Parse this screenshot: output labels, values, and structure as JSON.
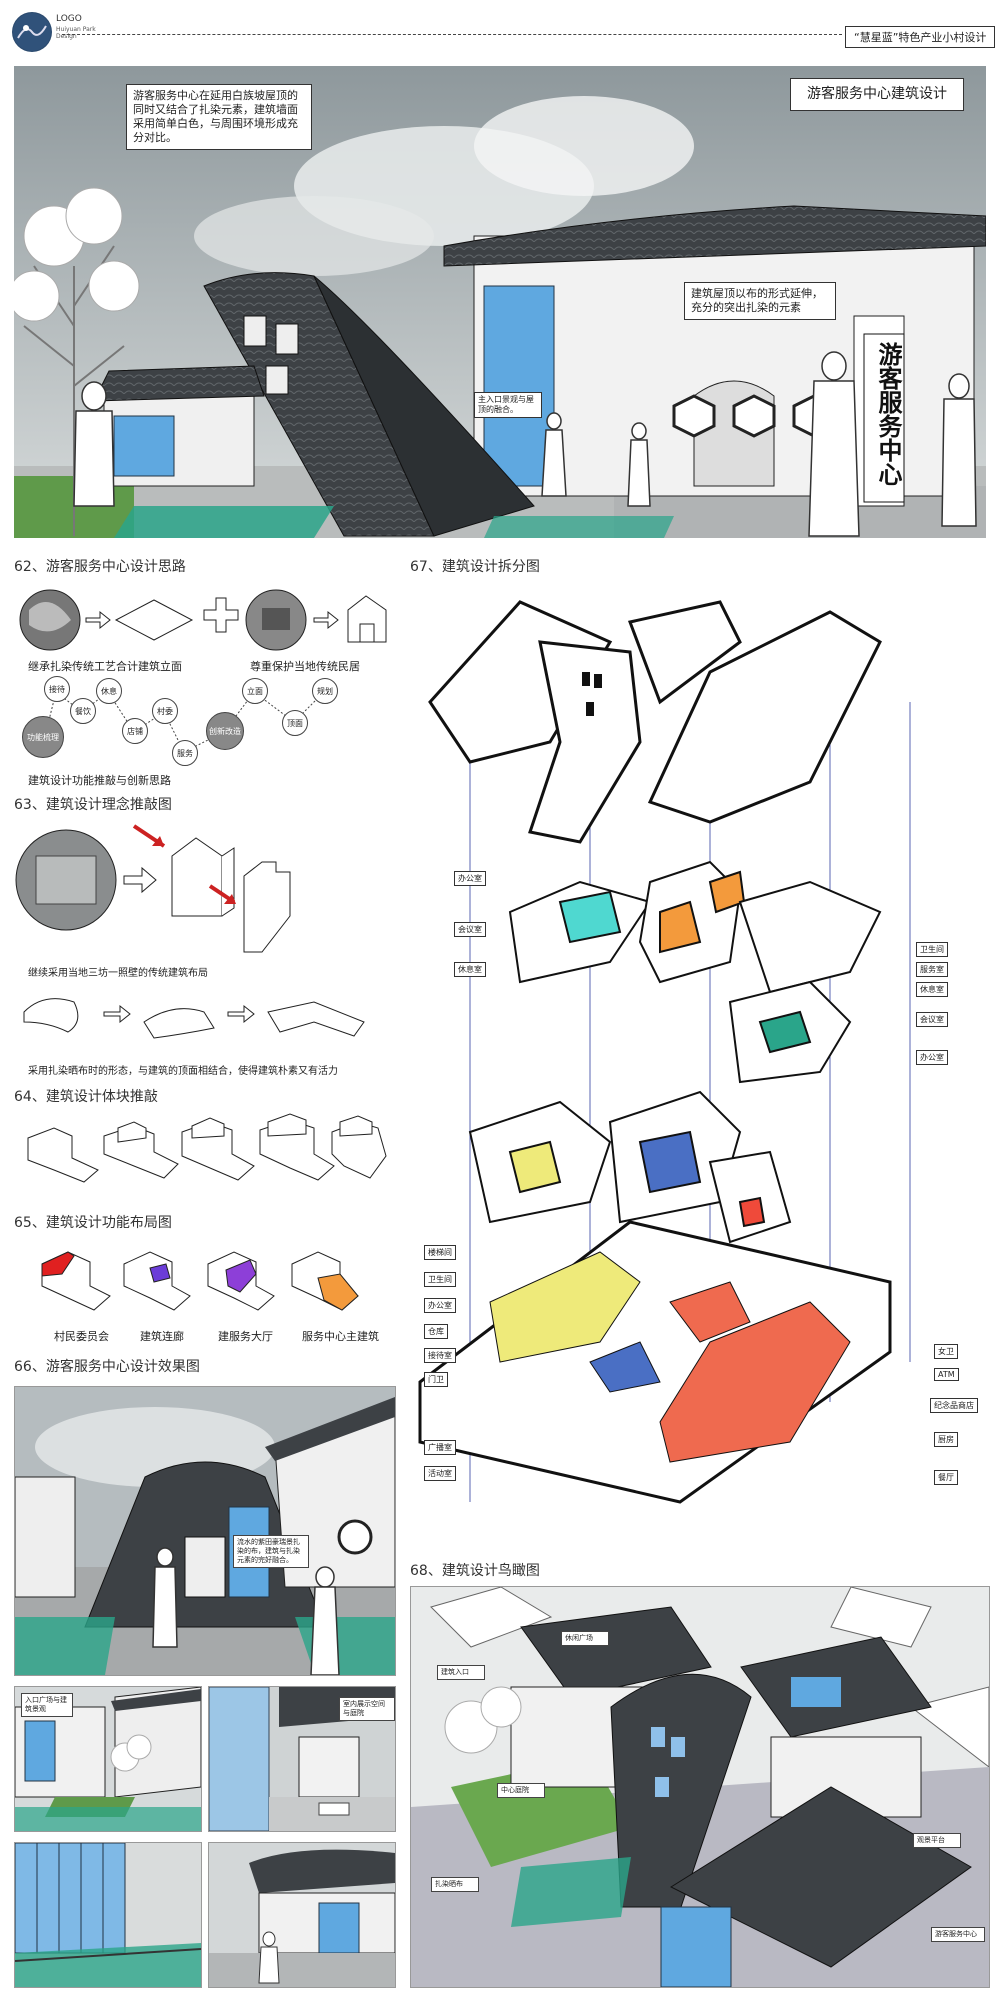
{
  "header": {
    "logo_text": "LOGO",
    "logo_sub": "Huiyuan Park Design",
    "project_title": "“慧星蓝”特色产业小村设计"
  },
  "hero": {
    "note_left": "游客服务中心在延用白族坡屋顶的同时又结合了扎染元素，建筑墙面采用简单白色，与周围环境形成充分对比。",
    "title_box": "游客服务中心建筑设计",
    "note_right": "建筑屋顶以布的形式延伸，充分的突出扎染的元素",
    "note_entrance": "主入口景观与屋顶的融合。",
    "sign_text": "游客服务中心"
  },
  "sections": {
    "s62": "62、游客服务中心设计思路",
    "s63": "63、建筑设计理念推敲图",
    "s64": "64、建筑设计体块推敲",
    "s65": "65、建筑设计功能布局图",
    "s66": "66、游客服务中心设计效果图",
    "s67": "67、建筑设计拆分图",
    "s68": "68、建筑设计鸟瞰图"
  },
  "s62": {
    "caption_left": "继承扎染传统工艺合计建筑立面",
    "caption_right": "尊重保护当地传统民居",
    "bubbles": [
      "功能梳理",
      "接待",
      "餐饮",
      "休息",
      "店铺",
      "村委",
      "服务",
      "创新改造",
      "立面",
      "顶面",
      "规划"
    ],
    "caption_bottom": "建筑设计功能推敲与创新思路"
  },
  "s63": {
    "caption_top": "继续采用当地三坊一照壁的传统建筑布局",
    "caption_bottom": "采用扎染晒布时的形态，与建筑的顶面相结合，使得建筑朴素又有活力"
  },
  "s65": {
    "labels": [
      "村民委员会",
      "建筑连廊",
      "建服务大厅",
      "服务中心主建筑"
    ]
  },
  "s66": {
    "note_main": "流水的紫田豪瑞景扎染的布，建筑与扎染元素的完好融合。",
    "note_small1": "入口广场与建筑景观",
    "note_small2": "室内展示空间与庭院"
  },
  "s67": {
    "labels_left": [
      "办公室",
      "会议室",
      "休息室",
      "楼梯间",
      "卫生间",
      "办公室",
      "仓库",
      "接待室",
      "门卫",
      "广播室",
      "活动室"
    ],
    "labels_right": [
      "卫生间",
      "服务室",
      "休息室",
      "会议室",
      "办公室",
      "女卫",
      "ATM",
      "纪念品商店",
      "厨房",
      "餐厅"
    ]
  },
  "s68": {
    "notes": [
      "建筑入口",
      "休闲广场",
      "中心庭院",
      "观景平台",
      "扎染晒布",
      "游客服务中心"
    ]
  },
  "colors": {
    "roof": "#3d4145",
    "glass": "#5fa8e0",
    "teal": "#2aa58a",
    "yellow": "#eeea7a",
    "red": "#ef6a4f",
    "blue": "#4a6fc4",
    "orange": "#f39a3c",
    "purple": "#8d3fd8",
    "sky": "#aab4b8"
  }
}
